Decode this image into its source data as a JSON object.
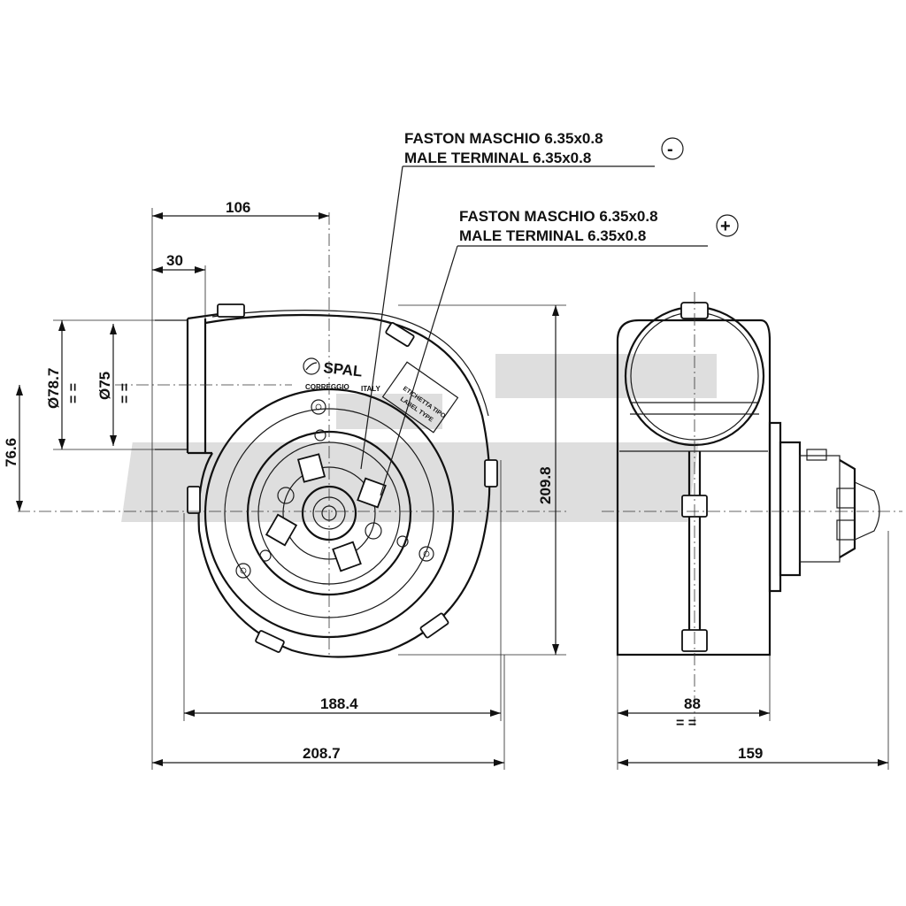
{
  "terminals": {
    "negative": {
      "line1": "FASTON MASCHIO 6.35x0.8",
      "line2": "MALE TERMINAL 6.35x0.8",
      "symbol": "-"
    },
    "positive": {
      "line1": "FASTON MASCHIO 6.35x0.8",
      "line2": "MALE TERMINAL 6.35x0.8",
      "symbol": "+"
    }
  },
  "dimensions": {
    "d106": "106",
    "d30": "30",
    "d76_6": "76.6",
    "d78_7": "Ø78.7",
    "d75": "Ø75",
    "d209_8": "209.8",
    "d188_4": "188.4",
    "d208_7": "208.7",
    "d88": "88",
    "d159": "159",
    "eq": "= ="
  },
  "brand": {
    "name": "SPAL",
    "city": "CORREGGIO",
    "country": "ITALY"
  },
  "label_area": {
    "line1": "ETICHETTA TIPO",
    "line2": "LABEL TYPE"
  },
  "colors": {
    "line": "#111111",
    "watermark": "#d9d9d9"
  }
}
